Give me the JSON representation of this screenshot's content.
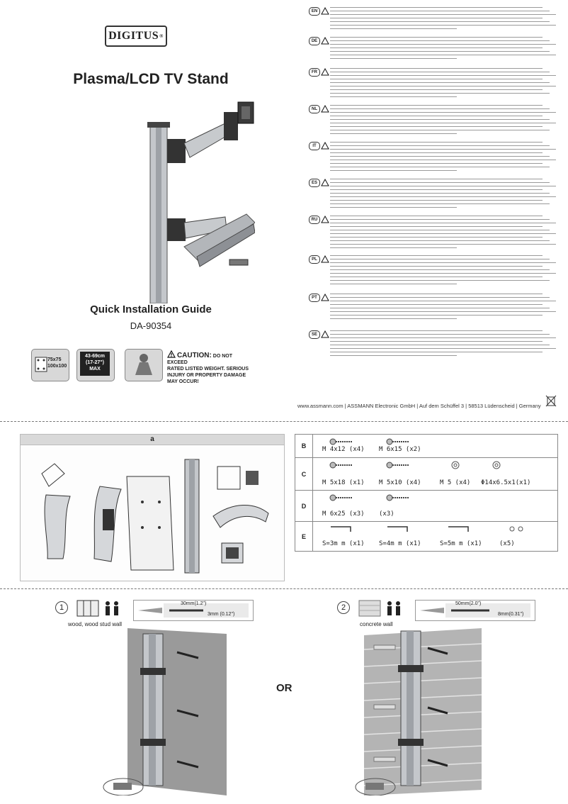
{
  "brand": {
    "name": "DIGITUS",
    "reg": "®"
  },
  "title": "Plasma/LCD TV Stand",
  "guide_title": "Quick Installation Guide",
  "model": "DA-90354",
  "specs": {
    "vesa": [
      "75x75",
      "100x100"
    ],
    "screen_size": [
      "43-69cm",
      "(17-27\")",
      "MAX"
    ],
    "caution_title": "CAUTION:",
    "caution_lines": [
      "DO NOT EXCEED",
      "RATED LISTED WEIGHT. SERIOUS",
      "INJURY OR PROPERTY DAMAGE",
      "MAY OCCUR!"
    ]
  },
  "languages": [
    "EN",
    "DE",
    "FR",
    "NL",
    "IT",
    "ES",
    "RU",
    "PL",
    "PT",
    "SE"
  ],
  "footer": "www.assmann.com | ASSMANN Electronic GmbH | Auf dem Schüffel 3 | 58513 Lüdenscheid | Germany",
  "section_a": {
    "label": "a"
  },
  "parts": {
    "rows": [
      {
        "label": "B",
        "items": [
          "M 4x12 (x4)",
          "M 6x15 (x2)"
        ]
      },
      {
        "label": "C",
        "items": [
          "M 5x18 (x1)",
          "M 5x10 (x4)",
          "M 5 (x4)",
          "Φ14x6.5x1(x1)"
        ]
      },
      {
        "label": "D",
        "items": [
          "M 6x25 (x3)",
          "(x3)"
        ]
      },
      {
        "label": "E",
        "items": [
          "S=3m m (x1)",
          "S=4m m (x1)",
          "S=5m m (x1)",
          "(x5)"
        ]
      }
    ]
  },
  "steps": [
    {
      "num": "1",
      "label": "wood, wood stud wall",
      "depth": "30mm(1.2\")",
      "drill": "3mm (0.12\")"
    },
    {
      "num": "2",
      "label": "concrete wall",
      "depth": "50mm(2.0\")",
      "drill": "8mm(0.31\")"
    }
  ],
  "or_label": "OR",
  "colors": {
    "metal": "#b9bcc0",
    "dark": "#333333",
    "wall": "#9a9a9a"
  }
}
